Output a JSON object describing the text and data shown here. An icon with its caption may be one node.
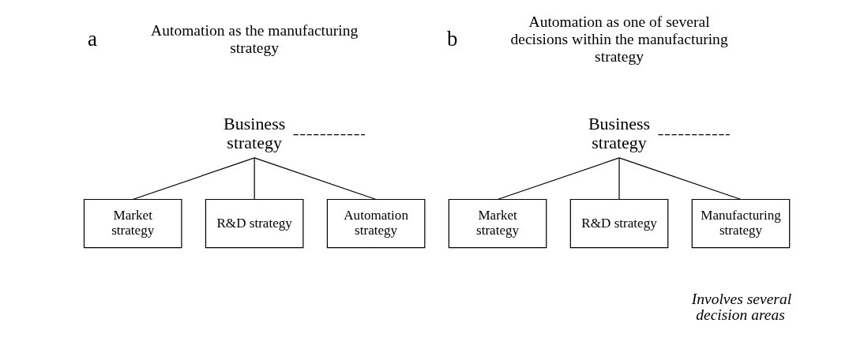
{
  "diagram": {
    "nodes": [
      {
        "text": [
          "Business strategy"
        ]
      },
      {
        "text": [
          "Market strategy"
        ]
      },
      {
        "text": [
          "R&D strategy"
        ]
      },
      {
        "text": [
          "Automation strategy"
        ]
      },
      {
        "text": [
          "Business strategy"
        ]
      },
      {
        "text": [
          "Market strategy"
        ]
      },
      {
        "text": [
          "R&D strategy"
        ]
      },
      {
        "text": [
          "Manufacturing strategy"
        ],
        "beside": [
          "Involves several decision areas"
        ]
      }
    ],
    "edges": [
      {
        "from": 0,
        "to": 1,
        "arrow": "none"
      },
      {
        "from": 0,
        "to": 2,
        "arrow": "none"
      },
      {
        "from": 0,
        "to": 3,
        "arrow": "none"
      },
      {
        "from": 0,
        "to": null,
        "arrow": "none",
        "style": "dashed"
      },
      {
        "from": 4,
        "to": 5,
        "arrow": "none"
      },
      {
        "from": 4,
        "to": 6,
        "arrow": "none"
      },
      {
        "from": 4,
        "to": 7,
        "arrow": "none"
      },
      {
        "from": 4,
        "to": null,
        "arrow": "none",
        "style": "dashed"
      }
    ],
    "labels": [
      "a",
      "Automation as the manufacturing strategy",
      "b",
      "Automation as one of several decisions within the manufacturing strategy"
    ]
  }
}
